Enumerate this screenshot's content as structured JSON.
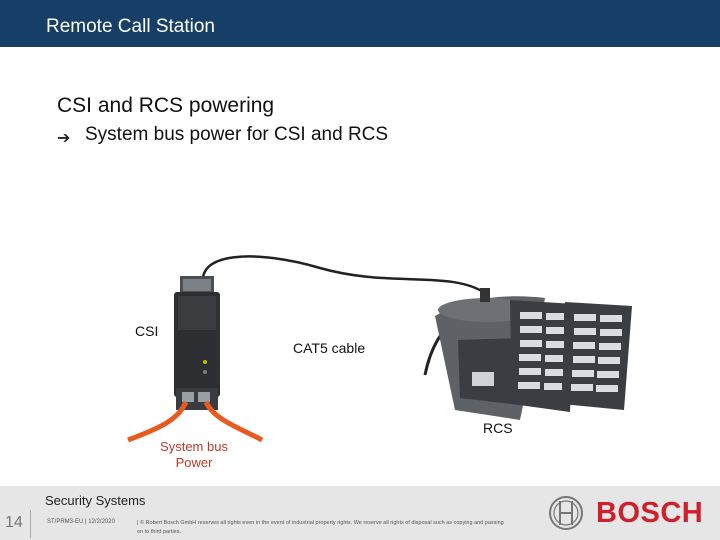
{
  "header": {
    "title": "Remote Call Station"
  },
  "slide": {
    "title": "CSI and RCS powering",
    "bullet_icon": "arrow-right-icon",
    "bullet": "System bus power for CSI and RCS"
  },
  "diagram": {
    "csi_label": "CSI",
    "cable_label": "CAT5 cable",
    "rcs_label": "RCS",
    "power_label_line1": "System bus",
    "power_label_line2": "Power"
  },
  "footer": {
    "label": "Security Systems",
    "page_number": "14",
    "dept": "ST/PRM3-EU | 12/2/2020",
    "copyright": "| © Robert Bosch GmbH reserves all rights even in the event of industrial property rights. We reserve all rights of disposal such as copying and passing on to third parties.",
    "logo_text": "BOSCH"
  },
  "colors": {
    "header_bg": "#163e66",
    "brand_red": "#d01e2a",
    "cable_orange": "#e85a1e"
  }
}
